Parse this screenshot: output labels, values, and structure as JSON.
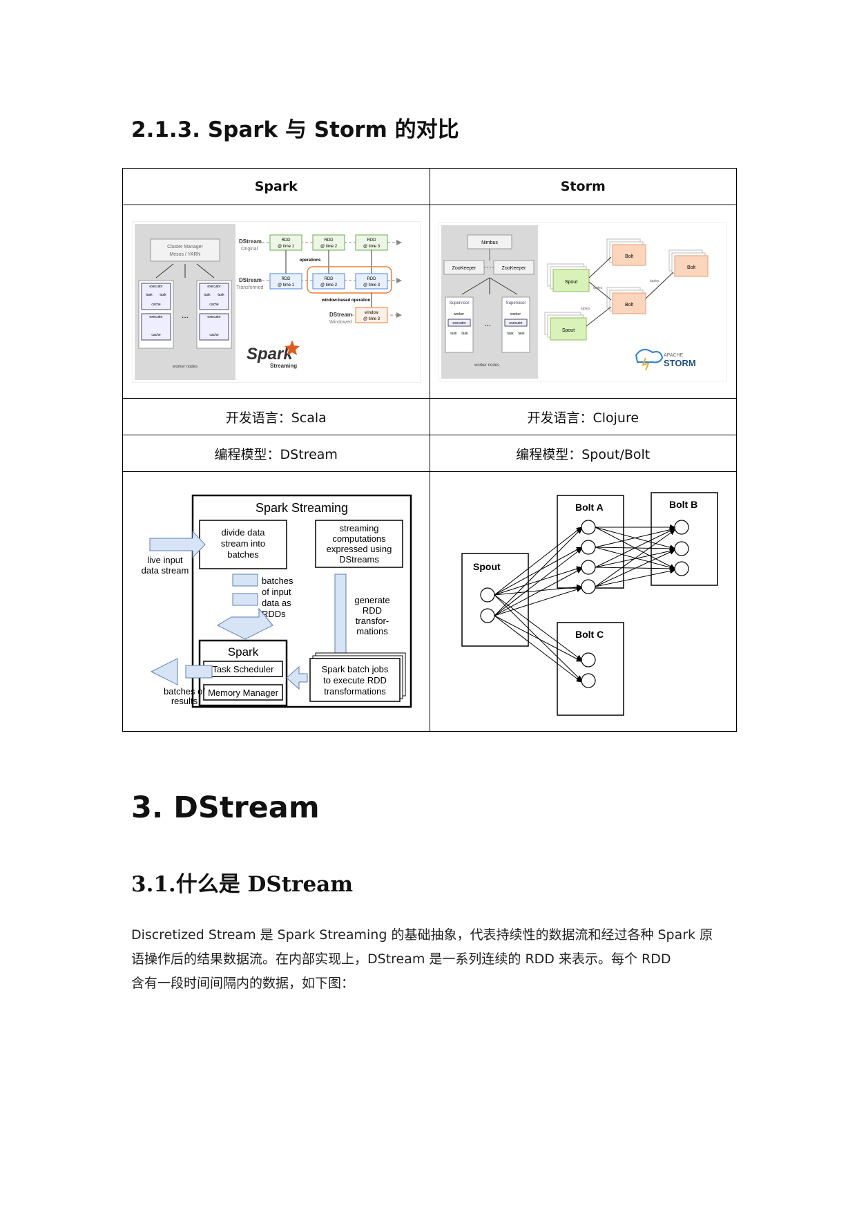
{
  "section_title": "2.1.3. Spark 与 Storm 的对比",
  "table": {
    "headers": [
      "Spark",
      "Storm"
    ],
    "lang_row": [
      "开发语言：Scala",
      "开发语言：Clojure"
    ],
    "model_row": [
      "编程模型：DStream",
      "编程模型：Spout/Bolt"
    ]
  },
  "spark_arch": {
    "cluster_manager": [
      "Cluster Manager",
      "Mesos / YARN"
    ],
    "executor": "executor",
    "task": "task",
    "cache": "cache",
    "ellipsis": "...",
    "worker_nodes": "worker nodes",
    "dstream": "DStream",
    "original": "Original",
    "transformed": "Transformed",
    "windowed": "Windowed",
    "rdd_lines": [
      "RDD",
      "@ time 1",
      "@ time 2",
      "@ time 3"
    ],
    "window_lines": [
      "window",
      "@ time 3"
    ],
    "operations": "operations",
    "window_op": "window-based operation",
    "logo": "Spark",
    "logo_sub": "Streaming"
  },
  "storm_arch": {
    "nimbus": "Nimbus",
    "zookeeper": "ZooKeeper",
    "supervisor": "Supervisor",
    "worker": "worker",
    "executor": "executor",
    "task": "task",
    "ellipsis": "...",
    "worker_nodes": "worker nodes",
    "spout": "Spout",
    "bolt": "Bolt",
    "tuples": "tuples",
    "logo_top": "APACHE",
    "logo_main": "STORM"
  },
  "spark_streaming": {
    "title": "Spark Streaming",
    "divide": [
      "divide data",
      "stream into",
      "batches"
    ],
    "streaming": [
      "streaming",
      "computations",
      "expressed using",
      "DStreams"
    ],
    "live": [
      "live input",
      "data stream"
    ],
    "batches_in": [
      "batches",
      "of input",
      "data as",
      "RDDs"
    ],
    "generate": [
      "generate",
      "RDD",
      "transfor-",
      "mations"
    ],
    "spark": "Spark",
    "task_scheduler": "Task Scheduler",
    "memory_manager": "Memory Manager",
    "jobs": [
      "Spark batch jobs",
      "to execute RDD",
      "transformations"
    ],
    "results": [
      "batches of",
      "results"
    ]
  },
  "topology": {
    "spout": "Spout",
    "bolt_a": "Bolt A",
    "bolt_b": "Bolt B",
    "bolt_c": "Bolt C"
  },
  "chapter_title": "3. DStream",
  "subsection_title": "3.1.什么是 DStream",
  "paragraph": [
    "Discretized Stream 是 Spark Streaming 的基础抽象，代表持续性的数据流和经过各种 Spark 原",
    "语操作后的结果数据流。在内部实现上，DStream 是一系列连续的 RDD 来表示。每个 RDD",
    "含有一段时间间隔内的数据，如下图："
  ]
}
